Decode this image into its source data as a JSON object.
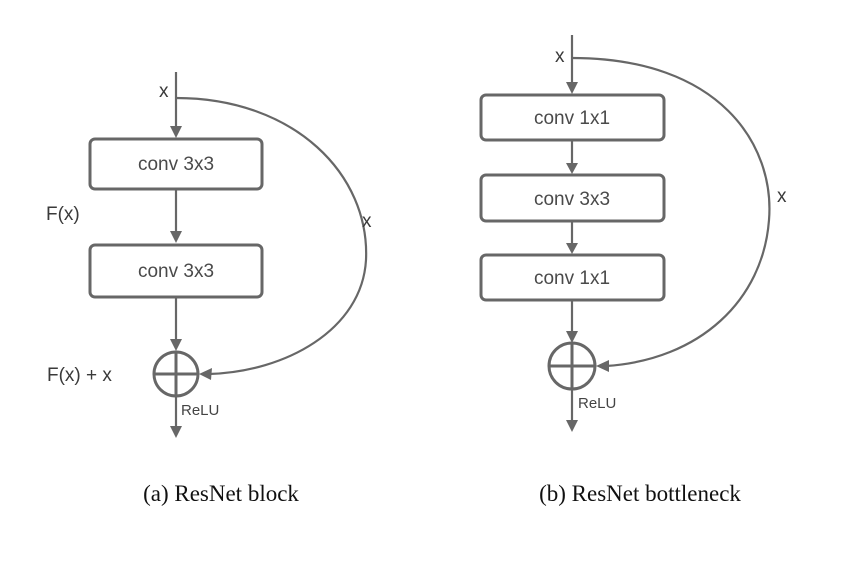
{
  "diagram_a": {
    "input_label": "x",
    "skip_label": "x",
    "blocks": [
      "conv 3x3",
      "conv 3x3"
    ],
    "residual_label": "F(x)",
    "sum_label": "F(x) + x",
    "activation_label": "ReLU",
    "caption": "(a) ResNet block"
  },
  "diagram_b": {
    "input_label": "x",
    "skip_label": "x",
    "blocks": [
      "conv 1x1",
      "conv 3x3",
      "conv 1x1"
    ],
    "activation_label": "ReLU",
    "caption": "(b) ResNet bottleneck"
  },
  "colors": {
    "stroke": "#676767",
    "box_text": "#4a4a4a",
    "caption_text": "#111111",
    "background": "#ffffff"
  }
}
